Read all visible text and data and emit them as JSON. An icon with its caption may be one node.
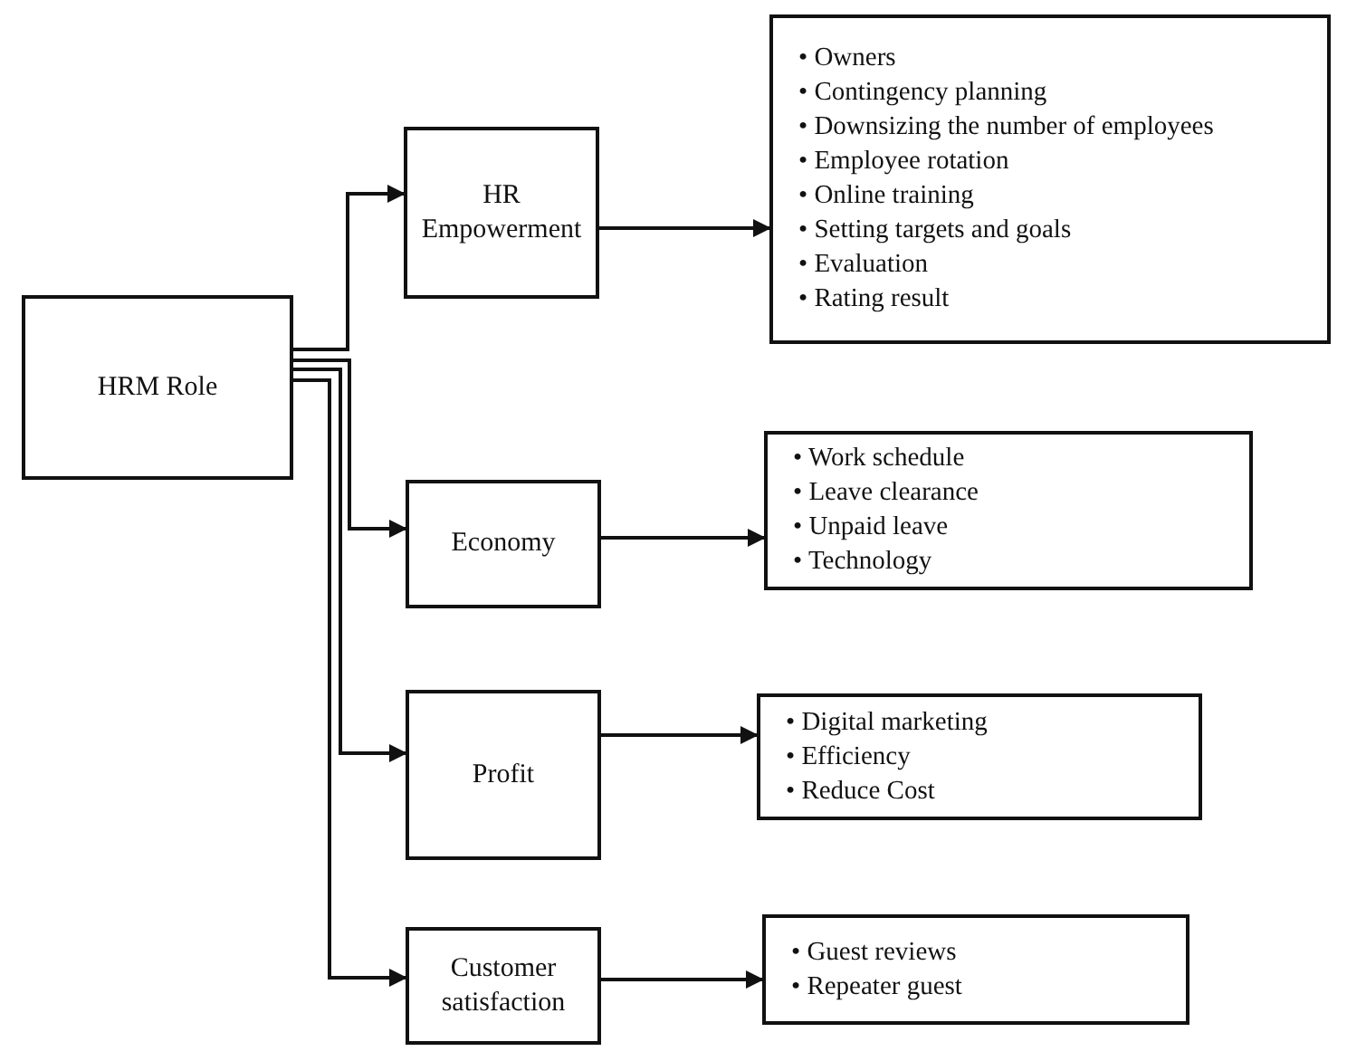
{
  "diagram": {
    "nodes": [
      {
        "text": [
          "HRM Role"
        ]
      },
      {
        "text": [
          "HR Empowerment"
        ]
      },
      {
        "text": [
          "Economy"
        ]
      },
      {
        "text": [
          "Profit"
        ]
      },
      {
        "text": [
          "Customer satisfaction"
        ]
      },
      {
        "text": [
          "• Owners",
          "• Contingency planning",
          "• Downsizing the number of employees",
          "• Employee rotation",
          "• Online training",
          "• Setting targets and goals",
          "• Evaluation",
          "• Rating result"
        ]
      },
      {
        "text": [
          "• Work schedule",
          "• Leave clearance",
          "• Unpaid leave",
          "• Technology"
        ]
      },
      {
        "text": [
          "• Digital marketing",
          "• Efficiency",
          "• Reduce Cost"
        ]
      },
      {
        "text": [
          "• Guest reviews",
          "• Repeater guest"
        ]
      }
    ],
    "edges": [
      {
        "from": 0,
        "to": 1,
        "arrow": "to"
      },
      {
        "from": 0,
        "to": 2,
        "arrow": "to"
      },
      {
        "from": 0,
        "to": 3,
        "arrow": "to"
      },
      {
        "from": 0,
        "to": 4,
        "arrow": "to"
      },
      {
        "from": 1,
        "to": 5,
        "arrow": "to"
      },
      {
        "from": 2,
        "to": 6,
        "arrow": "to"
      },
      {
        "from": 3,
        "to": 7,
        "arrow": "to"
      },
      {
        "from": 4,
        "to": 8,
        "arrow": "to"
      }
    ]
  }
}
